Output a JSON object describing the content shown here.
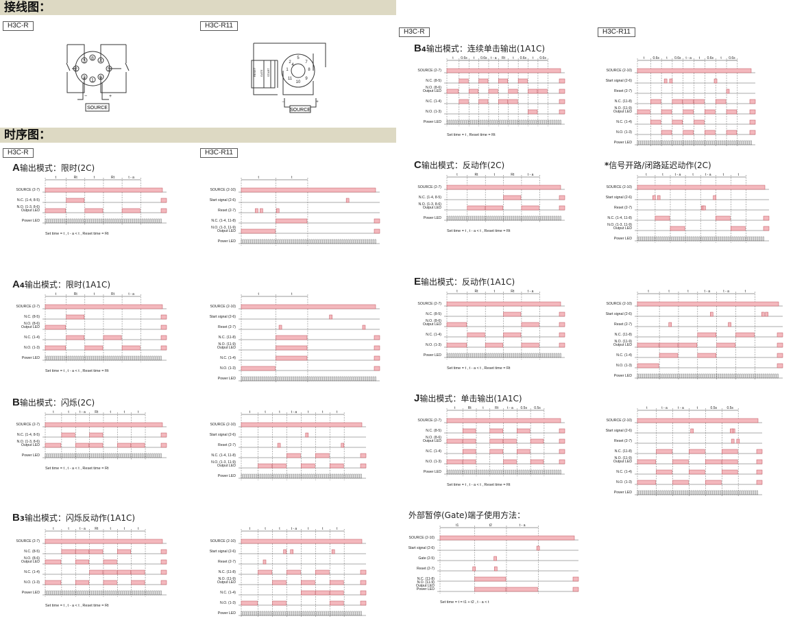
{
  "headers": {
    "wiring": "接线图：",
    "timing": "时序图："
  },
  "tags": {
    "r": "H3C-R",
    "r11": "H3C-R11"
  },
  "wiring_label": "SOURCE",
  "wiring_reset_labels": [
    "RESET",
    "GATE",
    "START"
  ],
  "captions": {
    "standard": "Set time = t , t - a < t , Reset time = Rt",
    "set_reset": "Set time = t , Reset time = Rt",
    "gate": "Set time = t = t1 + t2 , t - a < t"
  },
  "panels": [
    {
      "id": "A-R",
      "title": {
        "letter": "A",
        "sub": "",
        "text": "输出模式：限时(2C)"
      },
      "labels": [
        "SOURCE (2-7)",
        "N.C. (1-4, 8-5)",
        "N.O. (1-3, 8-6)|Output LED",
        "Power LED"
      ],
      "marks": [
        "t",
        "Rt",
        "t",
        "Rt",
        "t - a"
      ],
      "caption": "standard"
    },
    {
      "id": "A-R11",
      "title": null,
      "labels": [
        "SOURCE (2-10)",
        "Start signal (2-6)",
        "Reset (2-7)",
        "N.C. (1-4, 11-8)",
        "N.O. (1-3, 11-9)|Output LED",
        "Power LED"
      ],
      "marks": [
        "t",
        "t"
      ],
      "caption": null
    },
    {
      "id": "A4-R",
      "title": {
        "letter": "A",
        "sub": "4",
        "text": "输出模式：限时(1A1C)"
      },
      "labels": [
        "SOURCE (2-7)",
        "N.C. (8-5)",
        "N.O. (8-6)|Output LED",
        "N.C. (1-4)",
        "N.O. (1-3)",
        "Power LED"
      ],
      "marks": [
        "t",
        "Rt",
        "t",
        "Rt",
        "t - a"
      ],
      "caption": "standard"
    },
    {
      "id": "A4-R11",
      "title": null,
      "labels": [
        "SOURCE (2-10)",
        "Start signal (2-6)",
        "Reset (2-7)",
        "N.C. (11-8)",
        "N.O. (11-9)|Output LED",
        "N.C. (1-4)",
        "N.O. (1-3)",
        "Power LED"
      ],
      "marks": [
        "t",
        "t"
      ],
      "caption": null
    },
    {
      "id": "B-R",
      "title": {
        "letter": "B",
        "sub": "",
        "text": "输出模式：闪烁(2C)"
      },
      "labels": [
        "SOURCE (2-7)",
        "N.C. (1-4, 8-5)",
        "N.O. (1-3, 8-6)|Output LED",
        "Power LED"
      ],
      "marks": [
        "t",
        "t",
        "t - a",
        "Rt",
        "t",
        "t",
        "t"
      ],
      "caption": "standard"
    },
    {
      "id": "B-R11",
      "title": null,
      "labels": [
        "SOURCE (2-10)",
        "Start signal (2-6)",
        "Reset (2-7)",
        "N.C. (1-4, 11-8)",
        "N.O. (1-3, 11-9)|Output LED",
        "Power LED"
      ],
      "marks": [
        "t",
        "t",
        "t",
        "t - a",
        "t",
        "t",
        "t"
      ],
      "caption": null
    },
    {
      "id": "B3-R",
      "title": {
        "letter": "B",
        "sub": "3",
        "text": "输出模式：闪烁反动作(1A1C)"
      },
      "labels": [
        "SOURCE (2-7)",
        "N.C. (8-5)",
        "N.O. (8-6)|Output LED",
        "N.C. (1-4)",
        "N.O. (1-3)",
        "Power LED"
      ],
      "marks": [
        "t",
        "t",
        "t - a",
        "Rt",
        "t",
        "t",
        "t"
      ],
      "caption": "standard"
    },
    {
      "id": "B3-R11",
      "title": null,
      "labels": [
        "SOURCE (2-10)",
        "Start signal (2-6)",
        "Reset (2-7)",
        "N.C. (11-8)",
        "N.O. (11-9)|Output LED",
        "N.C. (1-4)",
        "N.O. (1-3)",
        "Power LED"
      ],
      "marks": [
        "t",
        "t",
        "t",
        "t - a",
        "t",
        "t",
        "t"
      ],
      "caption": null
    },
    {
      "id": "B4-R",
      "title": {
        "letter": "B",
        "sub": "4",
        "text": "输出模式：连续单击输出(1A1C)"
      },
      "labels": [
        "SOURCE (2-7)",
        "N.C. (8-5)",
        "N.O. (8-6)|Output LED",
        "N.C. (1-4)",
        "N.O. (1-3)",
        "Power LED"
      ],
      "marks": [
        "t",
        "0.6s",
        "t",
        "0.6s",
        "t - a",
        "Rt",
        "t",
        "0.6s",
        "t",
        "0.6s"
      ],
      "caption": "set_reset"
    },
    {
      "id": "B4-R11",
      "title": null,
      "labels": [
        "SOURCE (2-10)",
        "Start signal (2-6)",
        "Reset (2-7)",
        "N.C. (11-8)",
        "N.O. (11-9)|Output LED",
        "N.C. (1-4)",
        "N.O. (1-3)",
        "Power LED"
      ],
      "marks": [
        "t",
        "0.6s",
        "t",
        "0.6s",
        "t - a",
        "t",
        "0.6s",
        "t",
        "0.6s"
      ],
      "caption": null
    },
    {
      "id": "C-R",
      "title": {
        "letter": "C",
        "sub": "",
        "text": "输出模式：反动作(2C)"
      },
      "labels": [
        "SOURCE (2-7)",
        "N.C. (1-4, 8-5)",
        "N.O. (1-3, 8-6)|Output LED",
        "Power LED"
      ],
      "marks": [
        "t",
        "Rt",
        "t",
        "Rt",
        "t - a"
      ],
      "caption": "standard"
    },
    {
      "id": "C-R11",
      "title": {
        "letter": "*",
        "sub": "",
        "text": "信号开路/闭路延迟动作(2C)"
      },
      "labels": [
        "SOURCE (2-10)",
        "Start signal (2-6)",
        "Reset (2-7)",
        "N.C. (1-4, 11-8)",
        "N.O. (1-3, 11-9)|Output LED",
        "Power LED"
      ],
      "marks": [
        "t",
        "t",
        "t - a",
        "t",
        "t - a",
        "t",
        "t"
      ],
      "caption": null
    },
    {
      "id": "E-R",
      "title": {
        "letter": "E",
        "sub": "",
        "text": "输出模式：反动作(1A1C)"
      },
      "labels": [
        "SOURCE (2-7)",
        "N.C. (8-5)",
        "N.O. (8-6)|Output LED",
        "N.C. (1-4)",
        "N.O. (1-3)",
        "Power LED"
      ],
      "marks": [
        "t",
        "Rt",
        "t",
        "Rt",
        "t - a"
      ],
      "caption": "standard"
    },
    {
      "id": "E-R11",
      "title": null,
      "labels": [
        "SOURCE (2-10)",
        "Start signal (2-6)",
        "Reset (2-7)",
        "N.C. (11-8)",
        "N.O. (11-9)|Output LED",
        "N.C. (1-4)",
        "N.O. (1-3)",
        "Power LED"
      ],
      "marks": [
        "t",
        "t",
        "t",
        "t - a",
        "t - a",
        "t"
      ],
      "caption": null
    },
    {
      "id": "J-R",
      "title": {
        "letter": "J",
        "sub": "",
        "text": "输出模式：单击输出(1A1C)"
      },
      "labels": [
        "SOURCE (2-7)",
        "N.C. (8-5)",
        "N.O. (8-6)|Output LED",
        "N.C. (1-4)",
        "N.O. (1-3)",
        "Power LED"
      ],
      "marks": [
        "t",
        "Rt",
        "t",
        "Rt",
        "t - a",
        "0.5s",
        "0.5s"
      ],
      "caption": "standard"
    },
    {
      "id": "J-R11",
      "title": null,
      "labels": [
        "SOURCE (2-10)",
        "Start signal (2-6)",
        "Reset (2-7)",
        "N.C. (11-8)",
        "N.O. (11-9)|Output LED",
        "N.C. (1-4)",
        "N.O. (1-3)",
        "Power LED"
      ],
      "marks": [
        "t",
        "t - a",
        "t - a",
        "t",
        "0.5s",
        "0.5s"
      ],
      "caption": null
    },
    {
      "id": "GATE",
      "title": null,
      "labels": [
        "SOURCE (2-10)",
        "Start signal (2-6)",
        "Gate (2-5)",
        "Reset (2-7)",
        "N.C. (11-8)",
        "N.O. (11-9)|Output LED|Power LED"
      ],
      "marks": [
        "t1",
        "t2",
        "t - a"
      ],
      "caption": "gate"
    }
  ],
  "gate_title": "外部暂停(Gate)端子使用方法："
}
